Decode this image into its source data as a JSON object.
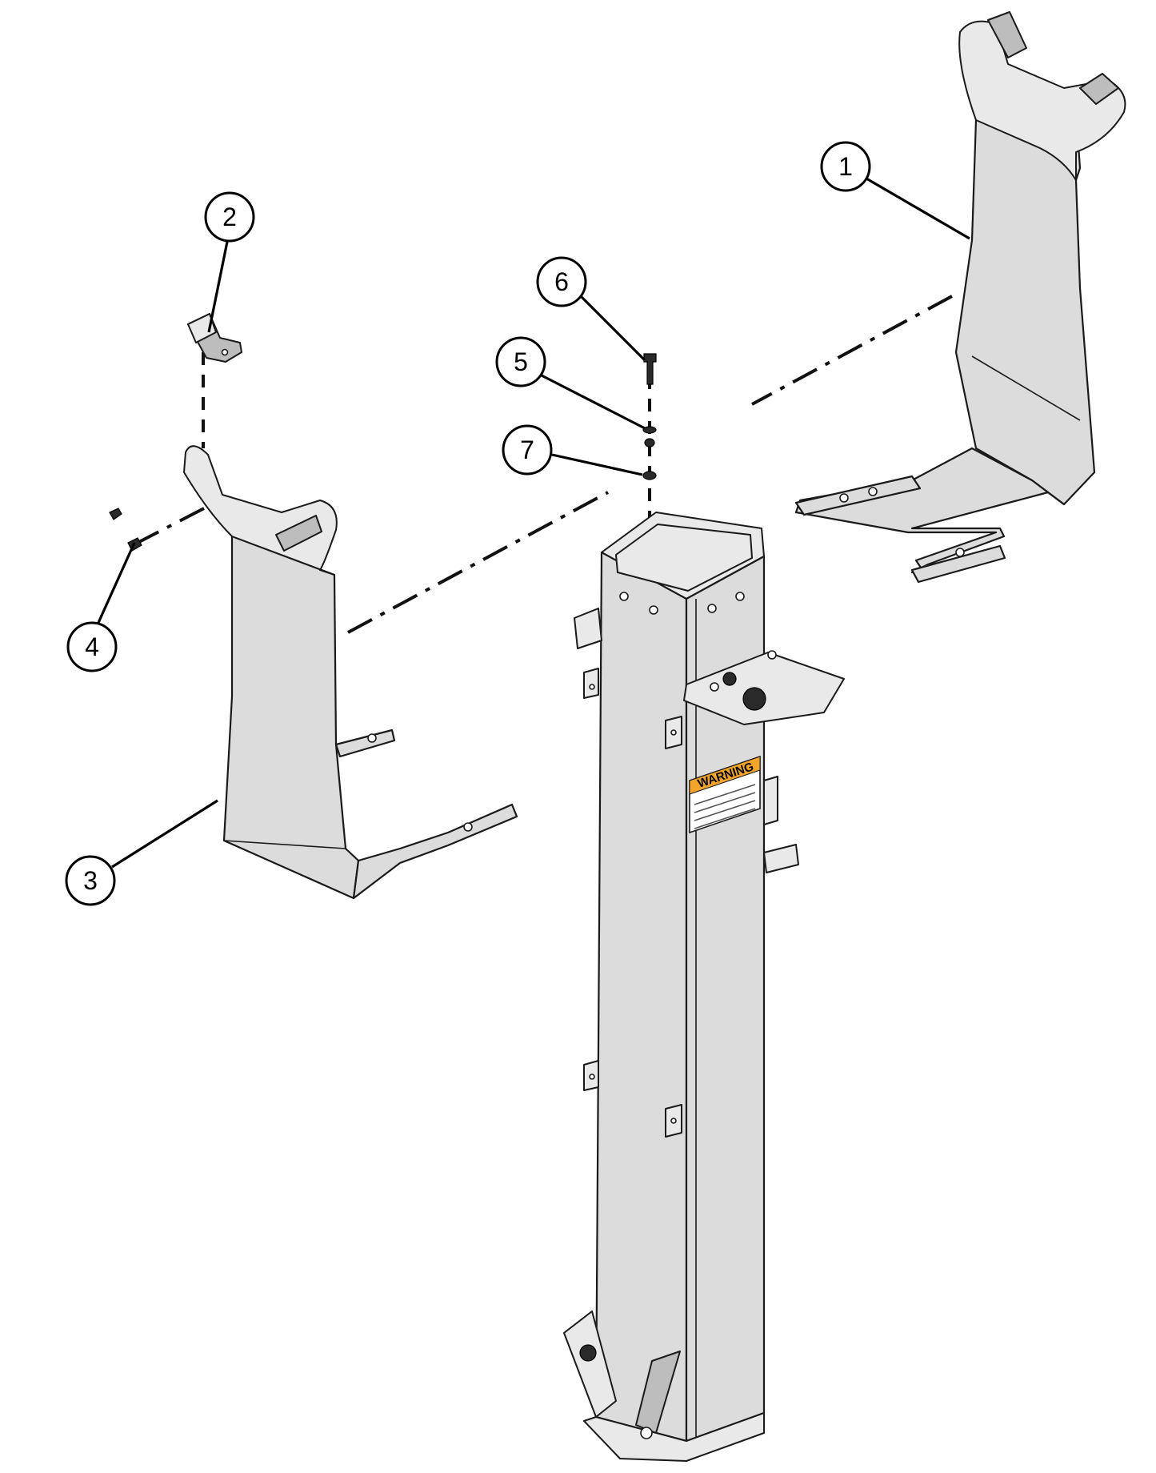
{
  "balloons": [
    {
      "id": "1",
      "label": "1"
    },
    {
      "id": "2",
      "label": "2"
    },
    {
      "id": "3",
      "label": "3"
    },
    {
      "id": "4",
      "label": "4"
    },
    {
      "id": "5",
      "label": "5"
    },
    {
      "id": "6",
      "label": "6"
    },
    {
      "id": "7",
      "label": "7"
    }
  ],
  "warning_label": {
    "title": "WARNING"
  },
  "colors": {
    "part_fill": "#dcdcdc",
    "line": "#1a1a1a",
    "warning_header": "#f2a42b"
  }
}
